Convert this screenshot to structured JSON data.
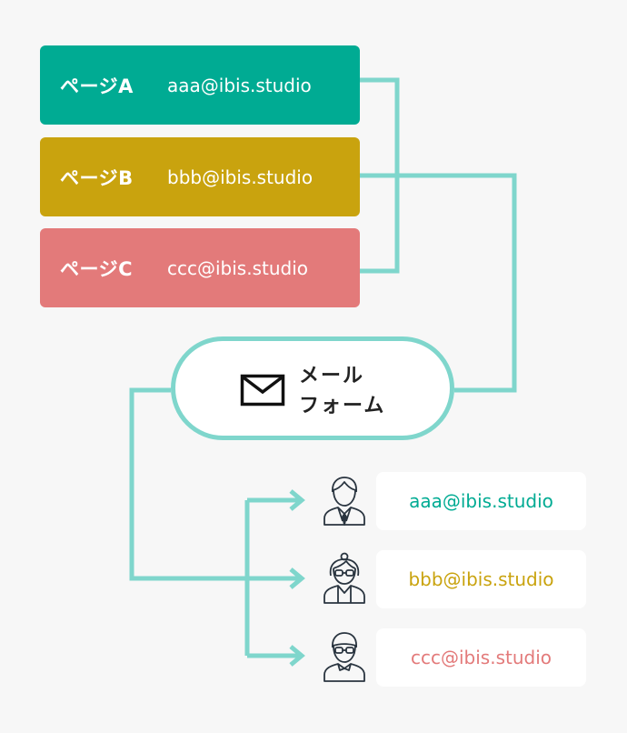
{
  "colors": {
    "teal": "#00ab93",
    "gold": "#c9a30e",
    "rose": "#e37a7a",
    "connector": "#7fd6cc",
    "background": "#f7f7f7"
  },
  "pages": [
    {
      "name": "ページA",
      "email": "aaa@ibis.studio",
      "color": "#00ab93"
    },
    {
      "name": "ページB",
      "email": "bbb@ibis.studio",
      "color": "#c9a30e"
    },
    {
      "name": "ページC",
      "email": "ccc@ibis.studio",
      "color": "#e37a7a"
    }
  ],
  "mail_form": {
    "label": "メール\nフォーム",
    "icon": "envelope-icon"
  },
  "recipients": [
    {
      "email": "aaa@ibis.studio",
      "color": "#00ab93",
      "icon": "businessman-icon"
    },
    {
      "email": "bbb@ibis.studio",
      "color": "#c9a30e",
      "icon": "woman-glasses-icon"
    },
    {
      "email": "ccc@ibis.studio",
      "color": "#e37a7a",
      "icon": "man-glasses-icon"
    }
  ]
}
